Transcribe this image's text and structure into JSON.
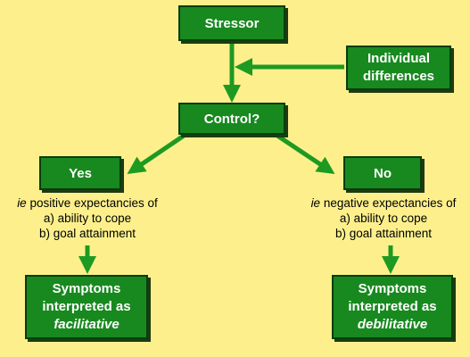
{
  "stressor": "Stressor",
  "individual_differences": [
    "Individual",
    "differences"
  ],
  "control": "Control?",
  "yes": "Yes",
  "no": "No",
  "yes_caption": {
    "ie": "ie",
    "line1_rest": " positive expectancies of",
    "line2": "a) ability to cope",
    "line3": "b) goal attainment"
  },
  "no_caption": {
    "ie": "ie",
    "line1_rest": " negative expectancies of",
    "line2": "a) ability to cope",
    "line3": "b) goal attainment"
  },
  "facilitative_box": [
    "Symptoms",
    "interpreted as",
    "facilitative"
  ],
  "debilitative_box": [
    "Symptoms",
    "interpreted as",
    "debilitative"
  ],
  "colors": {
    "background": "#fdf08c",
    "box_fill": "#18891f",
    "arrow": "#1e9a22",
    "text_on_box": "#ffffff"
  }
}
